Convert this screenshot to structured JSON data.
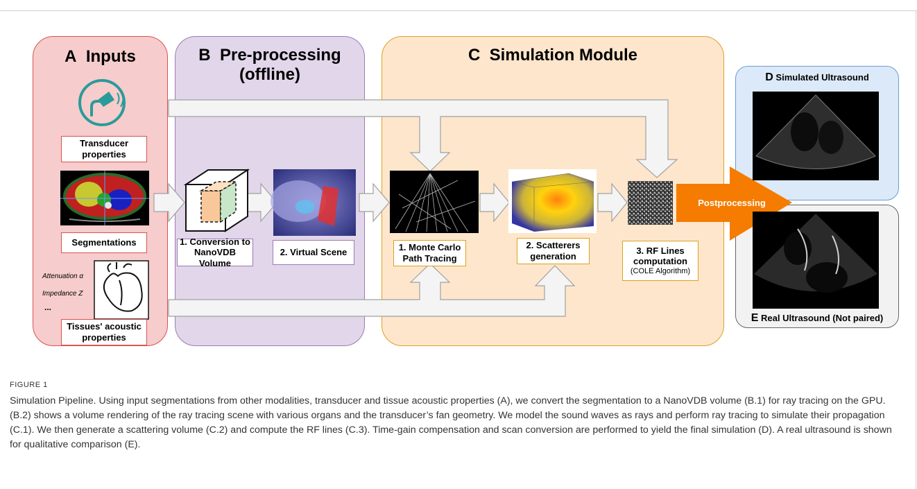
{
  "panels": {
    "a": {
      "letter": "A",
      "title": "Inputs"
    },
    "b": {
      "letter": "B",
      "title_line1": "Pre-processing",
      "title_line2": "(offline)"
    },
    "c": {
      "letter": "C",
      "title": "Simulation Module"
    },
    "d": {
      "letter": "D",
      "title": "Simulated Ultrasound"
    },
    "e": {
      "letter": "E",
      "title": "Real Ultrasound (Not paired)"
    }
  },
  "inputs": {
    "transducer_label": "Transducer properties",
    "segmentations_label": "Segmentations",
    "tissue_label": "Tissues' acoustic properties",
    "attenuation": "Attenuation α",
    "impedance": "Impedance Z",
    "ellipsis": "..."
  },
  "preprocessing": {
    "step1_line1": "1. Conversion to",
    "step1_line2": "NanoVDB Volume",
    "step2": "2. Virtual Scene"
  },
  "simulation": {
    "step1_line1": "1. Monte Carlo",
    "step1_line2": "Path Tracing",
    "step2_line1": "2. Scatterers",
    "step2_line2": "generation",
    "step3_line1": "3. RF Lines",
    "step3_line2": "computation",
    "step3_sub": "(COLE Algorithm)"
  },
  "postprocessing_label": "Postprocessing",
  "colors": {
    "panel_a_fill": "#f6cccc",
    "panel_a_border": "#d9534f",
    "panel_b_fill": "#e2d6ea",
    "panel_b_border": "#9b7bb3",
    "panel_c_fill": "#fde6cc",
    "panel_c_border": "#e0a020",
    "panel_d_fill": "#dce9f8",
    "panel_d_border": "#6a9ad8",
    "panel_e_fill": "#f2f2f2",
    "panel_e_border": "#666666",
    "postprocessing_arrow": "#f57c00"
  },
  "caption": {
    "figure_label": "FIGURE 1",
    "text": "Simulation Pipeline. Using input segmentations from other modalities, transducer and tissue acoustic properties (A), we convert the segmentation to a NanoVDB volume (B.1) for ray tracing on the GPU. (B.2) shows a volume rendering of the ray tracing scene with various organs and the transducer’s fan geometry. We model the sound waves as rays and perform ray tracing to simulate their propagation (C.1). We then generate a scattering volume (C.2) and compute the RF lines (C.3). Time-gain compensation and scan conversion are performed to yield the final simulation (D). A real ultrasound is shown for qualitative comparison (E)."
  }
}
